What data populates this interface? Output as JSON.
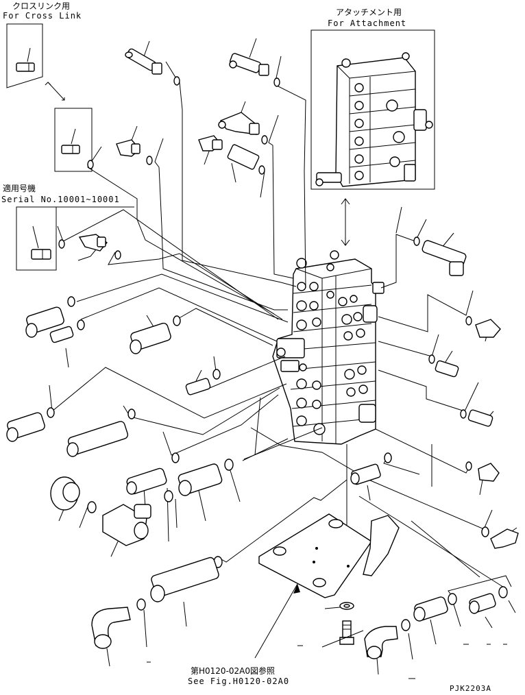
{
  "labels": {
    "cross_link_jp": "クロスリンク用",
    "cross_link_en": "For Cross Link",
    "attachment_jp": "アタッチメント用",
    "attachment_en": "For Attachment",
    "serial_jp": "適用号機",
    "serial_en": "Serial No.10001~10001",
    "see_fig_jp": "第H0120-02A0図参照",
    "see_fig_en": "See Fig.H0120-02A0",
    "drawing_code": "PJK2203A"
  }
}
